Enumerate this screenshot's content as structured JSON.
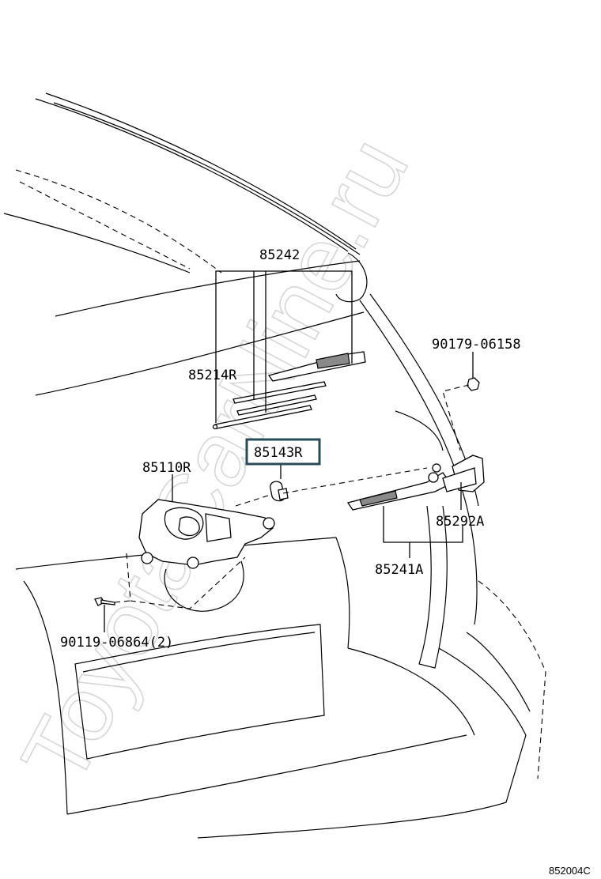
{
  "watermark": "ToyotaCarNine.ru",
  "diagram_code": "852004C",
  "callouts": {
    "blade_assembly": "85242",
    "blade_rubber": "85214R",
    "grommet": "85143R",
    "motor": "85110R",
    "nut": "90179-06158",
    "cap": "85292A",
    "arm": "85241A",
    "bolt": "90119-06864(2)"
  },
  "highlighted_callout": "85143R"
}
